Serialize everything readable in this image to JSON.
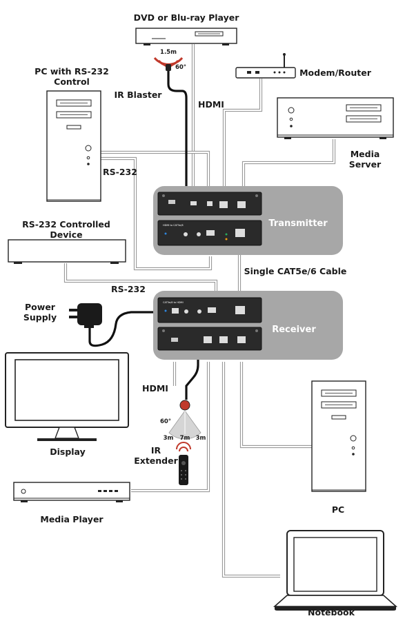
{
  "labels": {
    "dvd": "DVD or Blu-ray Player",
    "pc_rs232_line1": "PC with RS-232",
    "pc_rs232_line2": "Control",
    "modem": "Modem/Router",
    "ir_blaster": "IR Blaster",
    "hdmi_top": "HDMI",
    "media_server_line1": "Media",
    "media_server_line2": "Server",
    "rs232_a": "RS-232",
    "rs232_dev_line1": "RS-232 Controlled",
    "rs232_dev_line2": "Device",
    "transmitter": "Transmitter",
    "cat_cable": "Single CAT5e/6 Cable",
    "rs232_b": "RS-232",
    "power_line1": "Power",
    "power_line2": "Supply",
    "receiver": "Receiver",
    "hdmi_bottom": "HDMI",
    "display": "Display",
    "ir_ext_line1": "IR",
    "ir_ext_line2": "Extender",
    "pc": "PC",
    "media_player": "Media Player",
    "notebook": "Notebook",
    "blaster_len": "1.5m",
    "blaster_angle": "60°",
    "ext_angle": "60°",
    "range_left": "3m",
    "range_mid": "7m",
    "range_right": "3m"
  },
  "colors": {
    "unit_panel": "#a7a7a7",
    "cable": "#999999",
    "ir_red": "#c0392b"
  }
}
